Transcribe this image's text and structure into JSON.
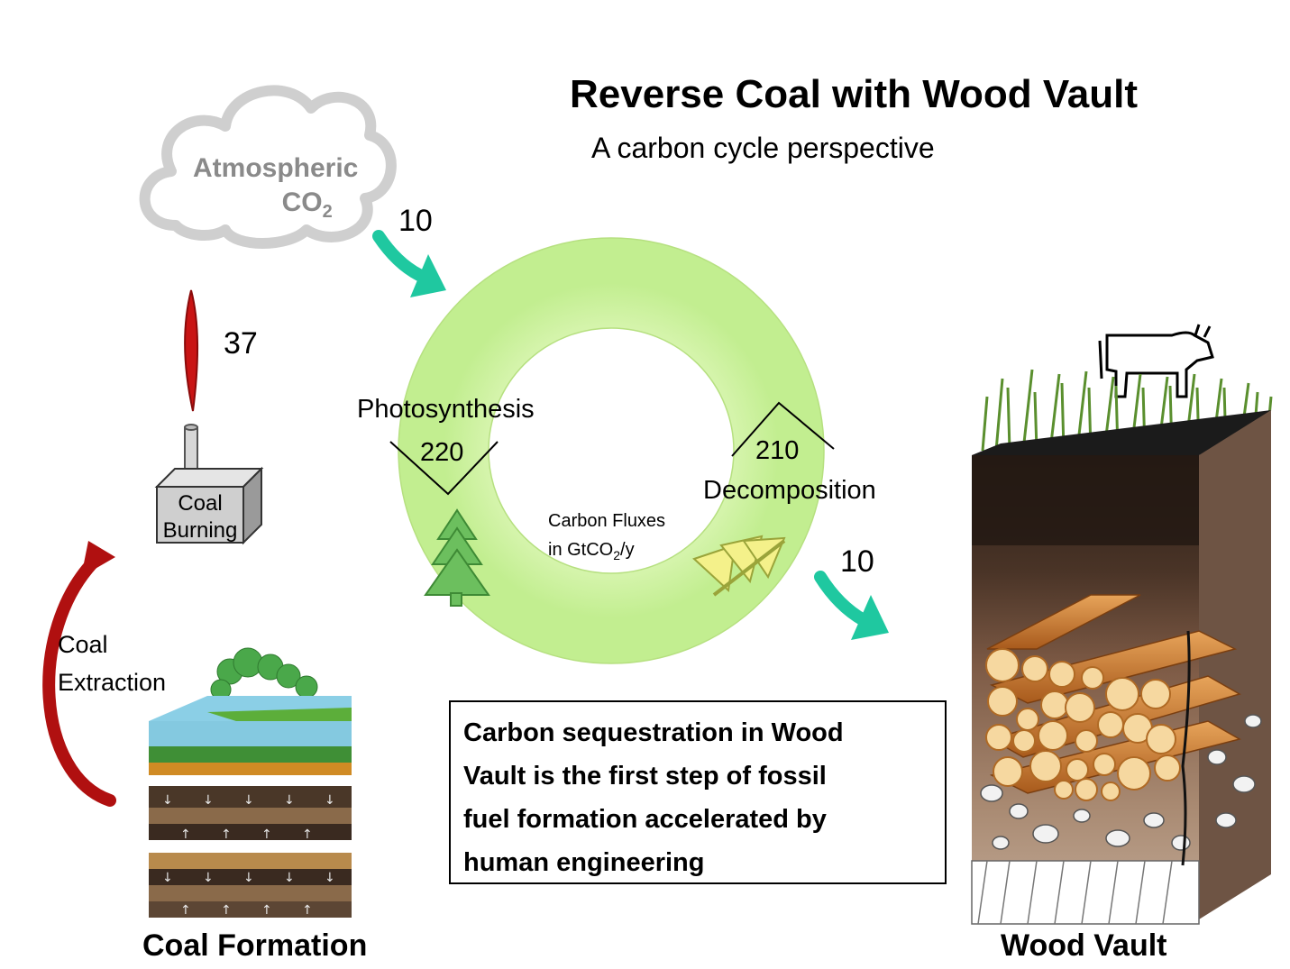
{
  "title": "Reverse Coal with Wood Vault",
  "subtitle": "A carbon cycle perspective",
  "atmosphere": {
    "label_line1": "Atmospheric",
    "label_co2": "CO",
    "label_sub": "2"
  },
  "fluxes": {
    "atmosphere_to_cycle": "10",
    "coal_burning": "37",
    "cycle_to_vault": "10",
    "photosynthesis_value": "220",
    "decomposition_value": "210"
  },
  "labels": {
    "photosynthesis": "Photosynthesis",
    "decomposition": "Decomposition",
    "flux_units_line1": "Carbon Fluxes",
    "flux_units_line2_pre": "in GtCO",
    "flux_units_sub": "2",
    "flux_units_post": "/y",
    "coal_burning_line1": "Coal",
    "coal_burning_line2": "Burning",
    "coal_extraction_line1": "Coal",
    "coal_extraction_line2": "Extraction",
    "coal_formation": "Coal Formation",
    "wood_vault": "Wood Vault"
  },
  "callout": {
    "line1": "Carbon sequestration in Wood",
    "line2": "Vault is the first step of fossil",
    "line3": "fuel formation accelerated by",
    "line4": "human engineering"
  },
  "colors": {
    "teal_arrow": "#1fc8a0",
    "red_arrow": "#b01010",
    "ring": "#cdf3a8",
    "cloud": "#c8c8c8"
  }
}
